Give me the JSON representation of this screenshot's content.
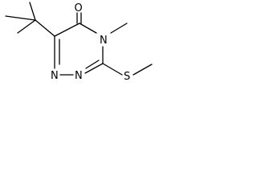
{
  "molecule": {
    "atoms": {
      "oxygen": "O",
      "n4": "N",
      "n2": "N",
      "n1": "N",
      "sulfur": "S"
    }
  },
  "colors": {
    "bond": "#000000",
    "label": "#000000",
    "background": "#ffffff"
  }
}
